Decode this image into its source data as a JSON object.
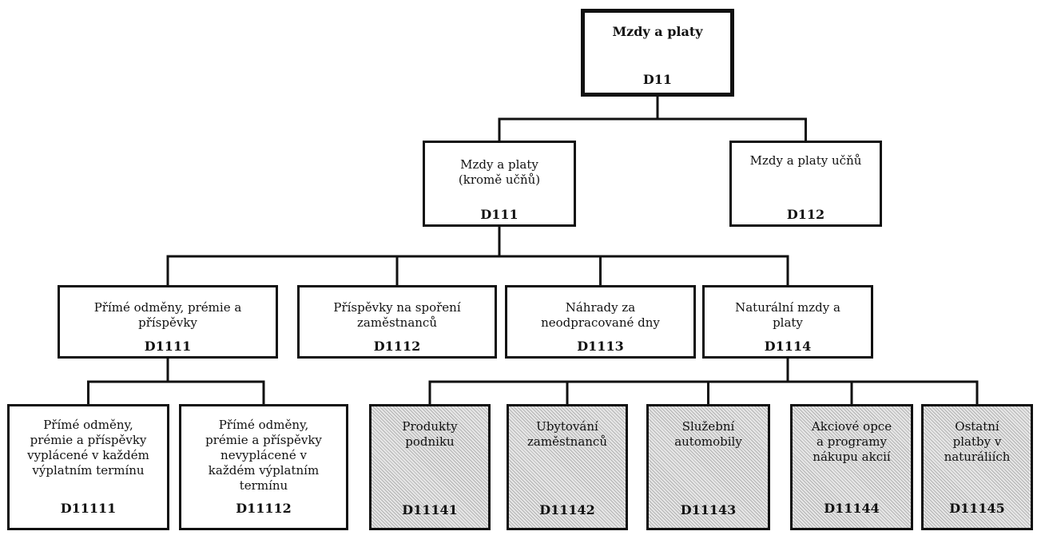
{
  "nodes": {
    "d11": {
      "label": "Mzdy a platy",
      "code": "D11"
    },
    "d111": {
      "label": "Mzdy a platy\n(kromě učňů)",
      "code": "D111"
    },
    "d112": {
      "label": "Mzdy a platy učňů",
      "code": "D112"
    },
    "d1111": {
      "label": "Přímé odměny, prémie a\npříspěvky",
      "code": "D1111"
    },
    "d1112": {
      "label": "Příspěvky na spoření\nzaměstnanců",
      "code": "D1112"
    },
    "d1113": {
      "label": "Náhrady za\nneodpracované dny",
      "code": "D1113"
    },
    "d1114": {
      "label": "Naturální mzdy a\nplaty",
      "code": "D1114"
    },
    "d11111": {
      "label": "Přímé odměny,\nprémie a příspěvky\nvyplácené v každém\nvýplatním termínu",
      "code": "D11111"
    },
    "d11112": {
      "label": "Přímé odměny,\nprémie a příspěvky\nnevyplácené v\nkaždém výplatním termínu",
      "code": "D11112"
    },
    "d11141": {
      "label": "Produkty\npodniku",
      "code": "D11141"
    },
    "d11142": {
      "label": "Ubytování\nzaměstnanců",
      "code": "D11142"
    },
    "d11143": {
      "label": "Služební\nautomobily",
      "code": "D11143"
    },
    "d11144": {
      "label": "Akciové opce\na programy\nnákupu akcií",
      "code": "D11144"
    },
    "d11145": {
      "label": "Ostatní\nplatby v\nnaturáliích",
      "code": "D11145"
    }
  },
  "edges": [
    [
      "d11",
      "d111"
    ],
    [
      "d11",
      "d112"
    ],
    [
      "d111",
      "d1111"
    ],
    [
      "d111",
      "d1112"
    ],
    [
      "d111",
      "d1113"
    ],
    [
      "d111",
      "d1114"
    ],
    [
      "d1111",
      "d11111"
    ],
    [
      "d1111",
      "d11112"
    ],
    [
      "d1114",
      "d11141"
    ],
    [
      "d1114",
      "d11142"
    ],
    [
      "d1114",
      "d11143"
    ],
    [
      "d1114",
      "d11144"
    ],
    [
      "d1114",
      "d11145"
    ]
  ]
}
